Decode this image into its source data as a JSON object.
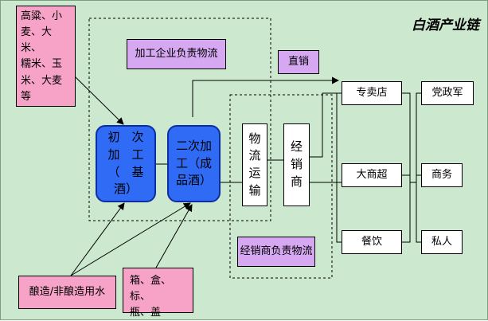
{
  "title": "白酒产业链",
  "raw_materials": [
    "高粱、小",
    "麦、大米、",
    "糯米、玉",
    "米、大麦",
    "等"
  ],
  "process_logistics": "加工企业负责物流",
  "direct_sales": "直销",
  "primary_processing": [
    "初　次",
    "加　工",
    "（　基",
    "酒）"
  ],
  "secondary_processing": [
    "二次加",
    "工（成",
    "品酒）"
  ],
  "logistics_transport": [
    "物",
    "流",
    "运",
    "输"
  ],
  "distributor": [
    "经",
    "销",
    "商"
  ],
  "dealer_logistics": "经销商负责物流",
  "channels": [
    "专卖店",
    "大商超",
    "餐饮"
  ],
  "consumers": [
    "党政军",
    "商务",
    "私人"
  ],
  "water": "酿造/非酿造用水",
  "packaging": [
    "箱、盒、标、",
    "瓶、盖"
  ]
}
